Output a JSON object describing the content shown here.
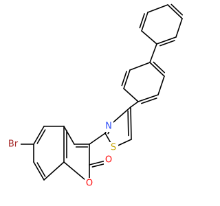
{
  "molecule": {
    "atoms": [
      {
        "id": "Br",
        "text": "Br",
        "color": "#a62929"
      },
      {
        "id": "O1",
        "text": "O",
        "color": "#ff0d0d"
      },
      {
        "id": "O2",
        "text": "O",
        "color": "#ff0d0d"
      },
      {
        "id": "N",
        "text": "N",
        "color": "#3050f8"
      },
      {
        "id": "S",
        "text": "S",
        "color": "#c6a400"
      }
    ]
  }
}
